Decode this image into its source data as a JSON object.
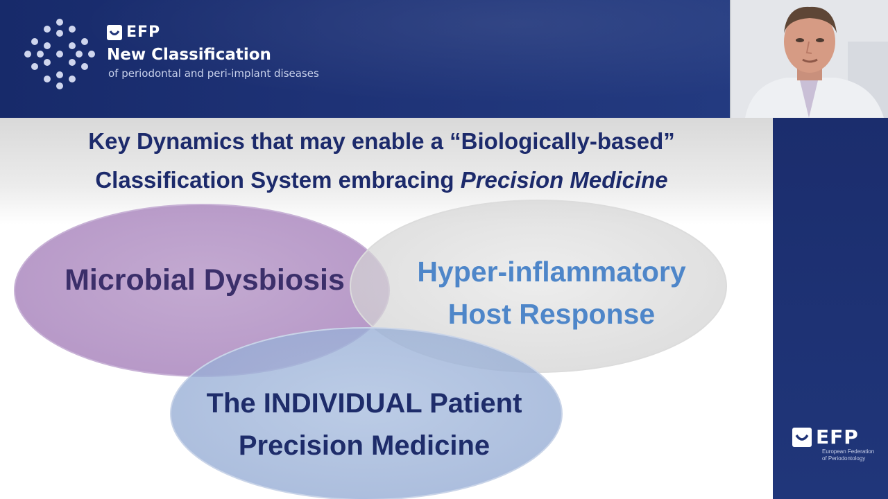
{
  "header": {
    "brand": "EFP",
    "title": "New Classification",
    "subtitle": "of periodontal and peri-implant diseases",
    "logo_icon": "efp-dots-logo-icon"
  },
  "slide": {
    "title_line1": "Key Dynamics that may enable a “Biologically-based”",
    "title_line2_prefix": "Classification System embracing ",
    "title_line2_em": "Precision Medicine",
    "venn": {
      "circle1": "Microbial Dysbiosis",
      "circle2_line1": "Hyper-inflammatory",
      "circle2_line2": "Host Response",
      "circle3_line1": "The INDIVIDUAL Patient",
      "circle3_line2": "Precision Medicine"
    }
  },
  "footer_logo": {
    "brand": "EFP",
    "line1": "European Federation",
    "line2": "of Periodontology"
  },
  "colors": {
    "navy": "#1c2a6b",
    "purple_ellipse": "#b794c4",
    "grey_ellipse": "#d8d8d8",
    "blue_ellipse": "#9fb4d6",
    "host_text": "#4e86c9"
  }
}
